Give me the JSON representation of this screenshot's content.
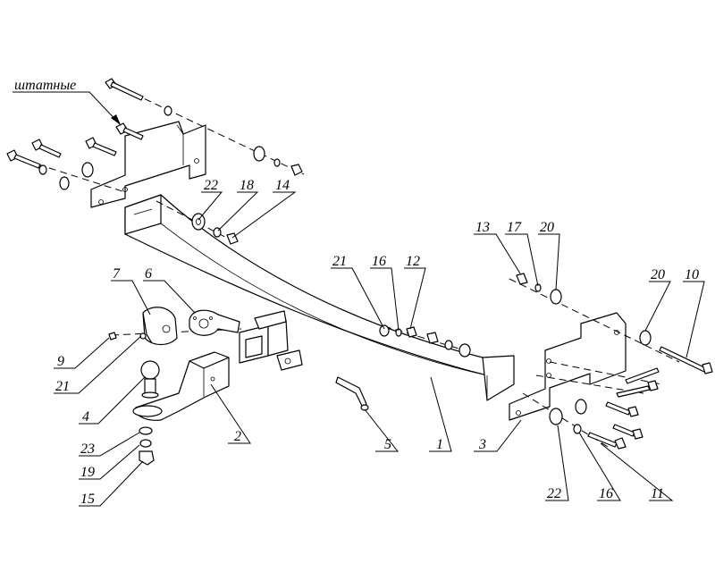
{
  "annotation": {
    "text": "штатные"
  },
  "labels": {
    "l1": "1",
    "l2": "2",
    "l3": "3",
    "l4": "4",
    "l5": "5",
    "l6": "6",
    "l7": "7",
    "l9": "9",
    "l10": "10",
    "l11": "11",
    "l12": "12",
    "l13": "13",
    "l14": "14",
    "l15": "15",
    "l16a": "16",
    "l16b": "16",
    "l17": "17",
    "l18": "18",
    "l19": "19",
    "l20a": "20",
    "l20b": "20",
    "l21a": "21",
    "l21b": "21",
    "l22a": "22",
    "l22b": "22",
    "l23": "23"
  }
}
